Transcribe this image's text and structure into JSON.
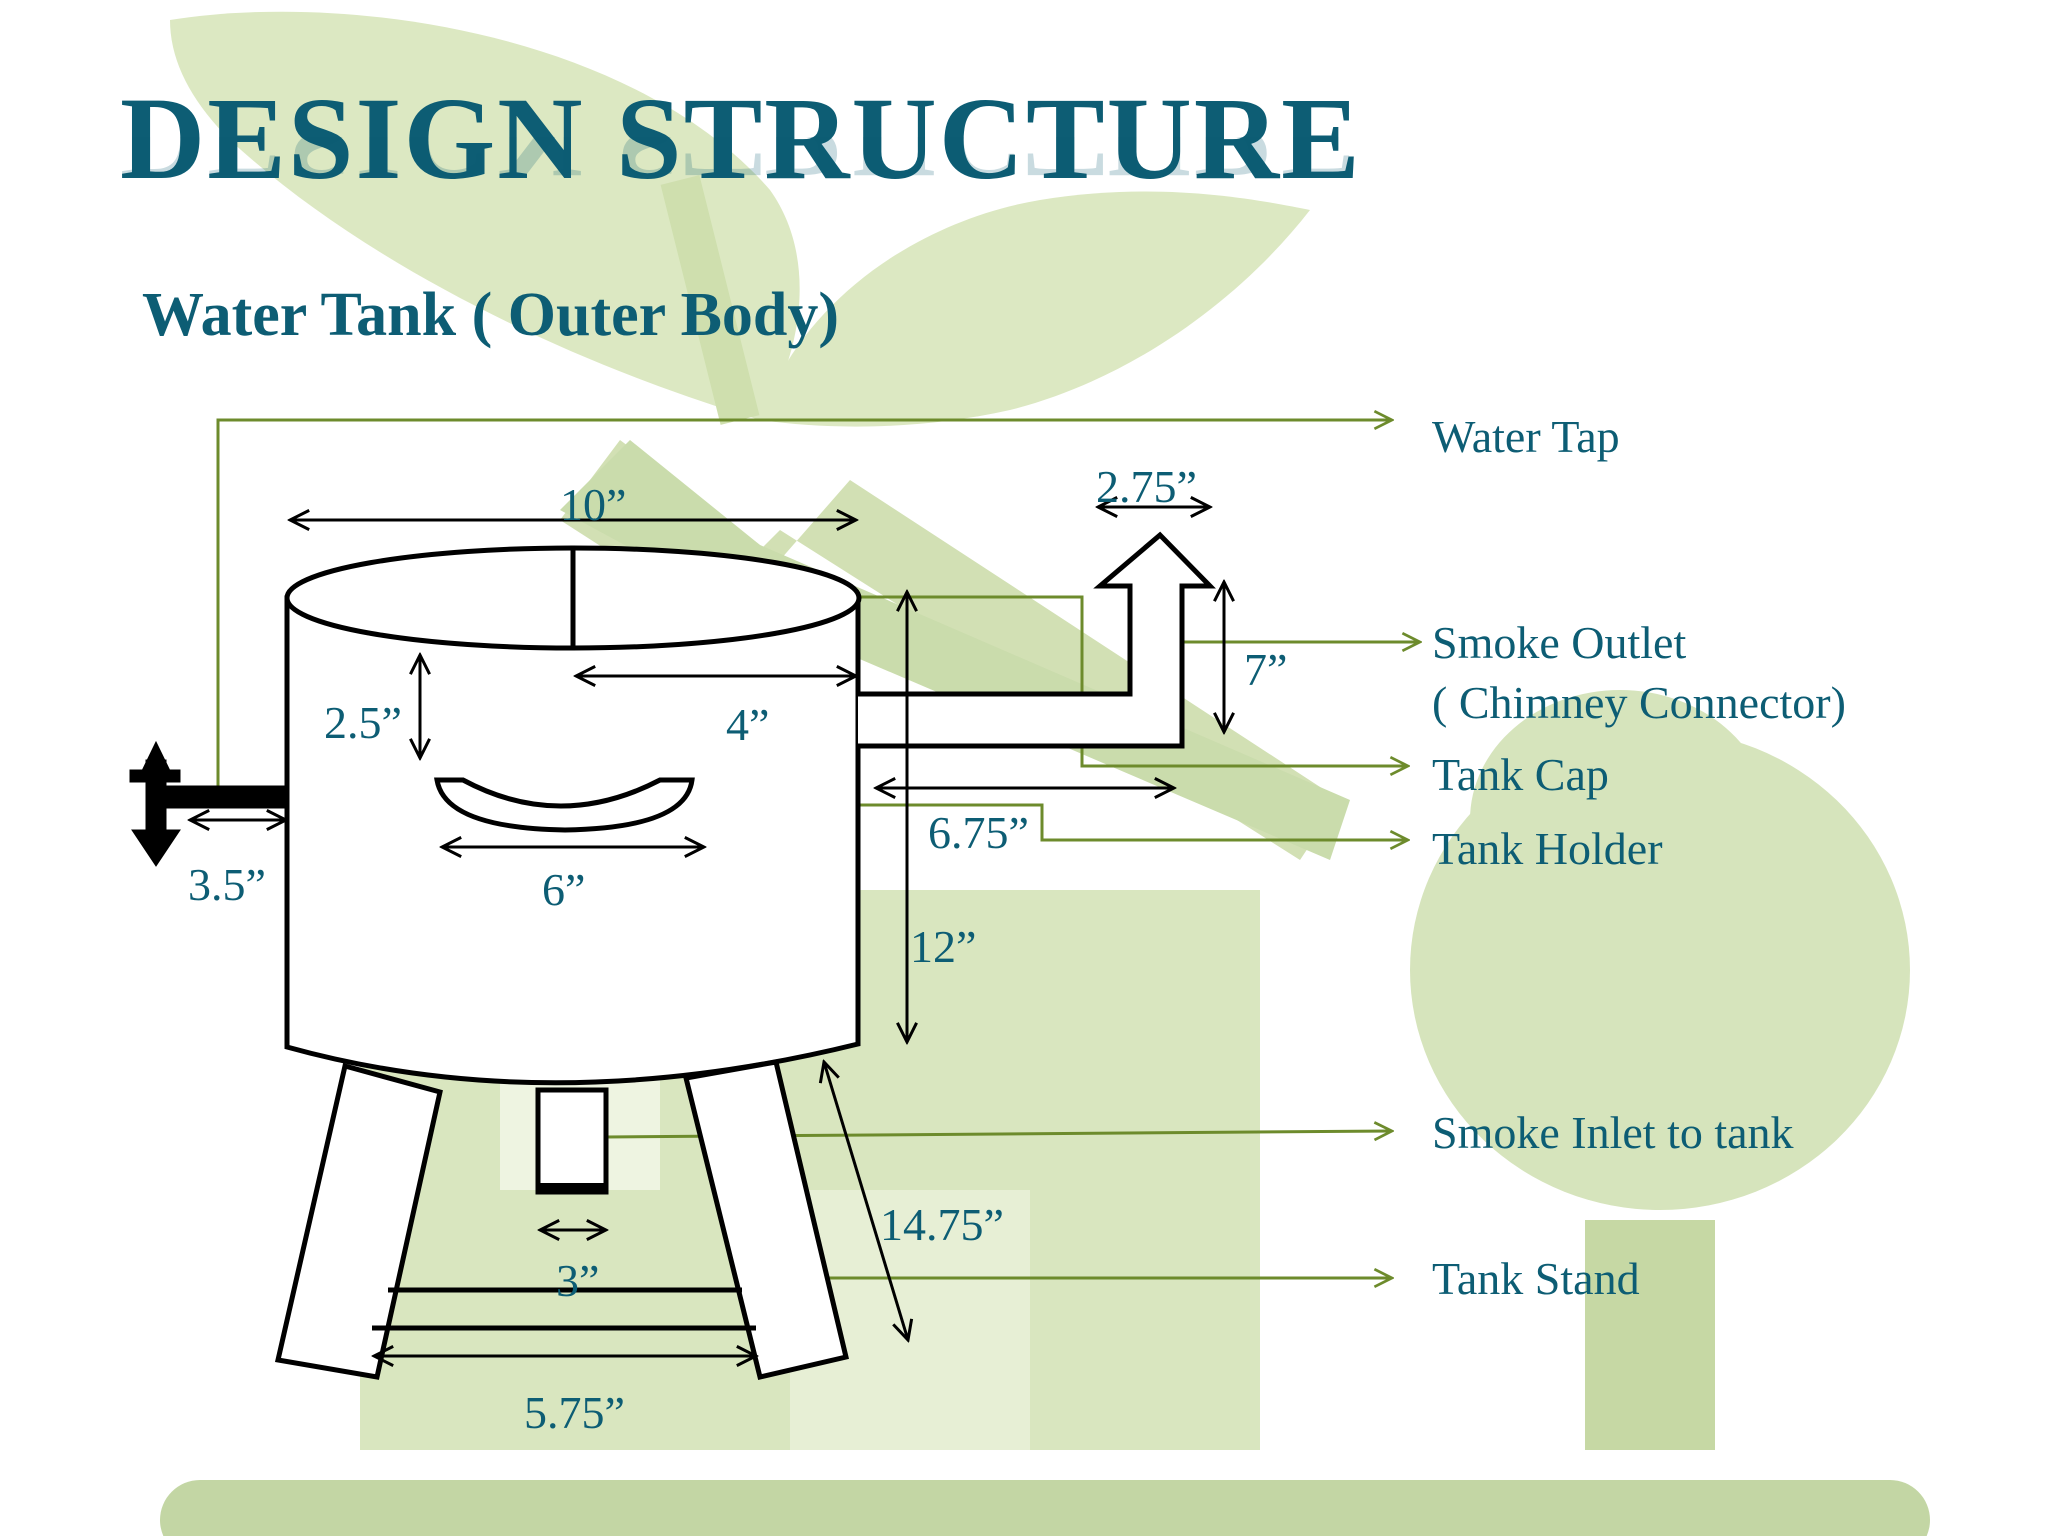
{
  "slide": {
    "title": "DESIGN STRUCTURE",
    "subtitle": "Water Tank ( Outer Body)"
  },
  "colors": {
    "title": "#0d5d74",
    "leader_lines": "#6d8b2c",
    "background_art": "#c9dba4",
    "outline": "#000000"
  },
  "labels": {
    "water_tap": "Water Tap",
    "smoke_outlet": "Smoke Outlet",
    "chimney_connector": "( Chimney Connector)",
    "tank_cap": "Tank Cap",
    "tank_holder": "Tank Holder",
    "smoke_inlet": "Smoke Inlet to tank",
    "tank_stand": "Tank Stand"
  },
  "dimensions": {
    "top_width": "10”",
    "chimney_width": "2.75”",
    "chimney_height": "7”",
    "cap_depth": "2.5”",
    "cap_half_width": "4”",
    "pipe_length": "6.75”",
    "tap_length": "3.5”",
    "holder_width": "6”",
    "tank_height": "12”",
    "stand_height": "14.75”",
    "inlet_width": "3”",
    "stand_base_width": "5.75”"
  }
}
